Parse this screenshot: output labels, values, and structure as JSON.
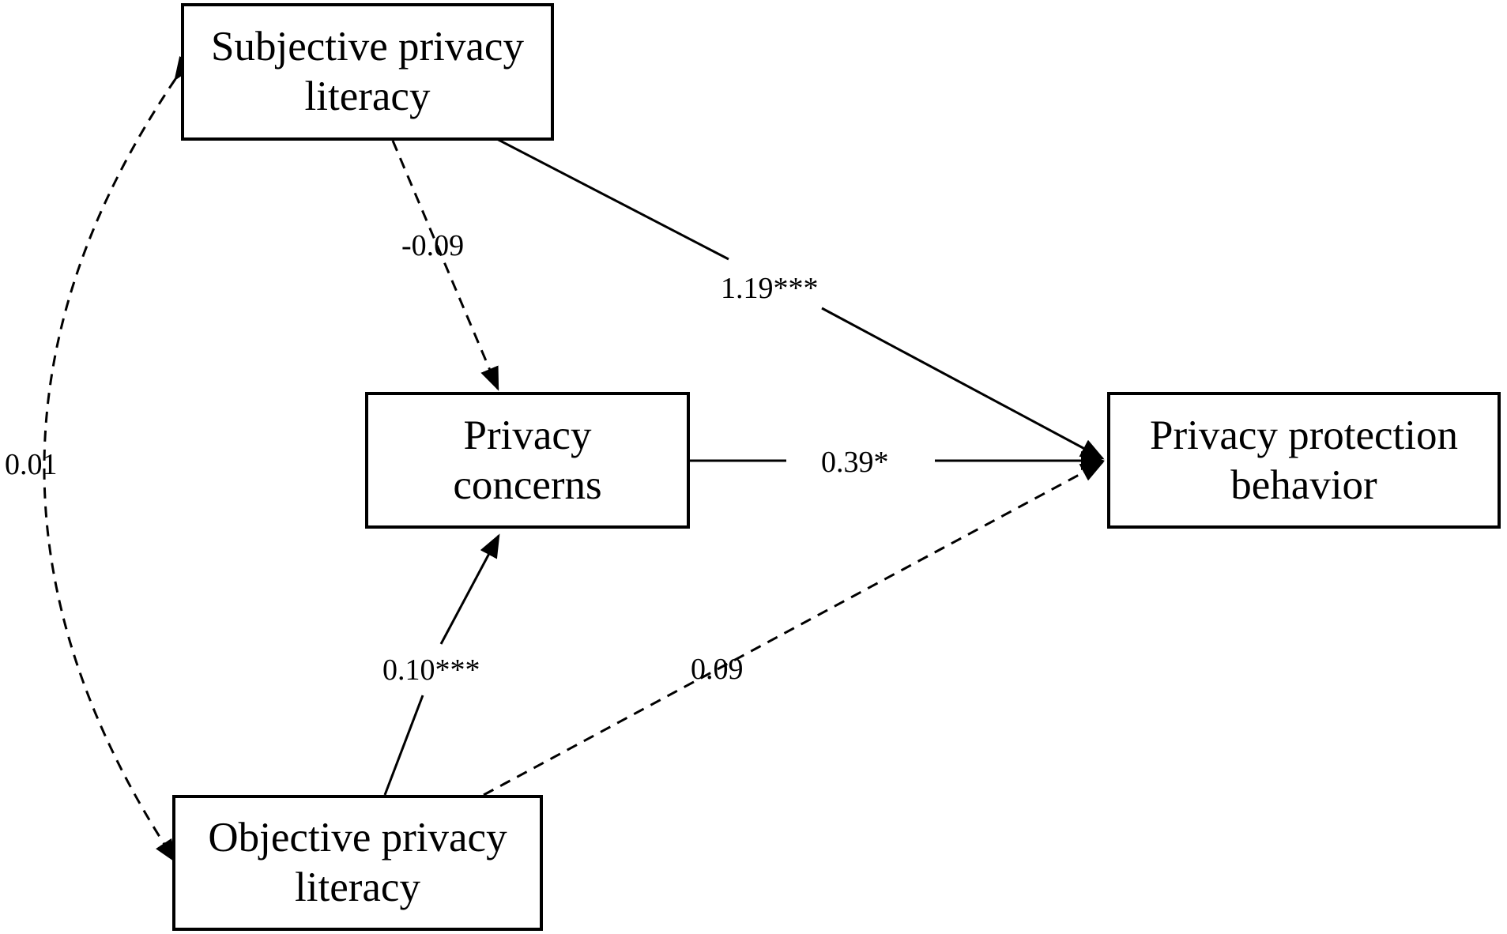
{
  "nodes": {
    "subjective": {
      "line1": "Subjective privacy",
      "line2": "literacy"
    },
    "concerns": {
      "line1": "Privacy",
      "line2": "concerns"
    },
    "behavior": {
      "line1": "Privacy protection",
      "line2": "behavior"
    },
    "objective": {
      "line1": "Objective privacy",
      "line2": "literacy"
    }
  },
  "paths": {
    "subjective_to_concerns": "-0.09",
    "subjective_to_behavior": "1.19***",
    "concerns_to_behavior": "0.39*",
    "objective_to_concerns": "0.10***",
    "objective_to_behavior": "0.09",
    "subjective_objective_covariance": "0.01"
  },
  "line_styles": {
    "significant": "solid",
    "nonsignificant": "dashed"
  }
}
